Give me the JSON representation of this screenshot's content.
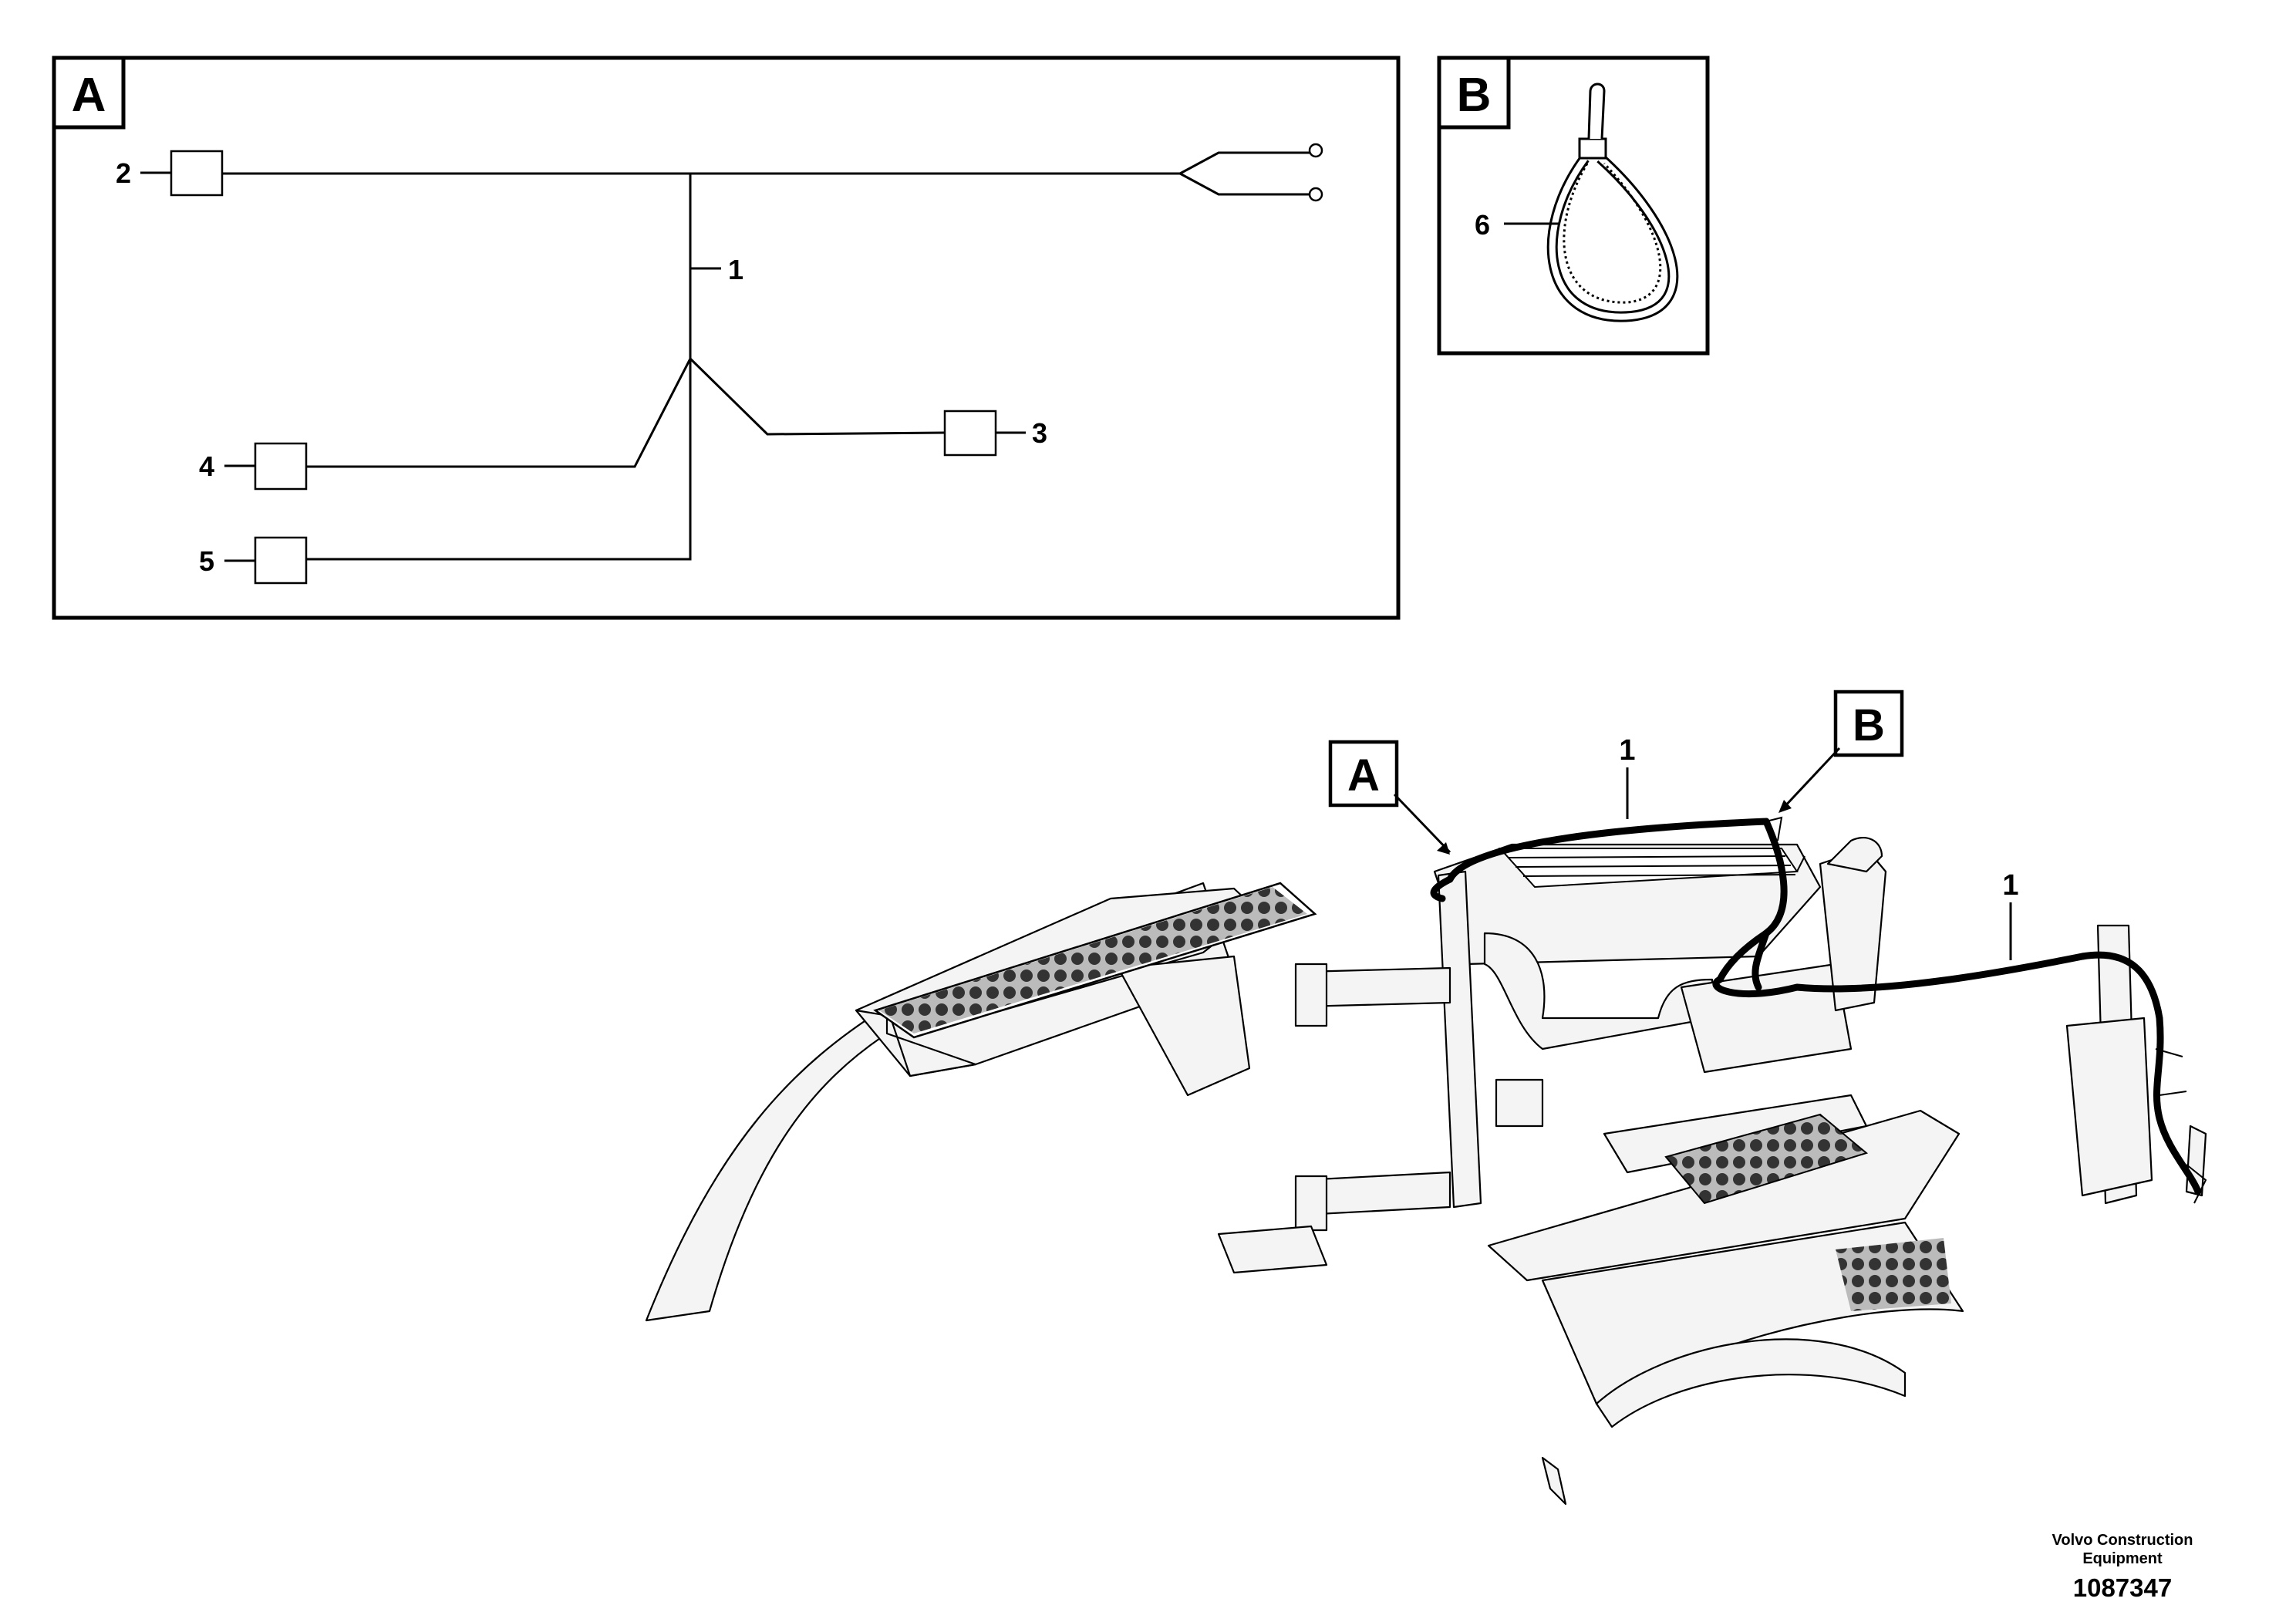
{
  "detail_a": {
    "badge": "A",
    "callouts": {
      "c1": "1",
      "c2": "2",
      "c3": "3",
      "c4": "4",
      "c5": "5"
    }
  },
  "detail_b": {
    "badge": "B",
    "callouts": {
      "c6": "6"
    }
  },
  "overview": {
    "badge_a": "A",
    "badge_b": "B",
    "harness_label_left": "1",
    "harness_label_right": "1"
  },
  "footer": {
    "company": "Volvo Construction Equipment",
    "part_number": "1087347"
  }
}
